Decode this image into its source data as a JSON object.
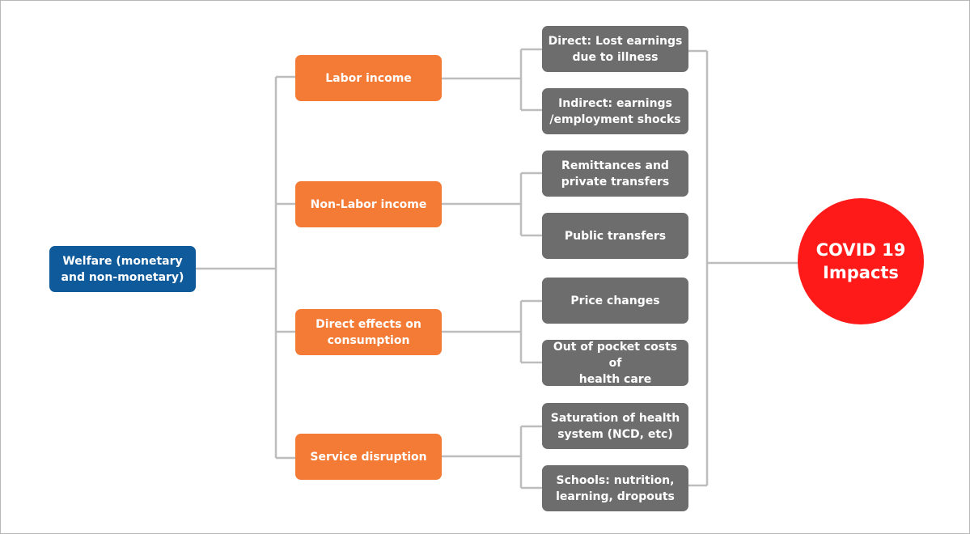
{
  "diagram": {
    "root": {
      "label": "Welfare (monetary\nand non-monetary)"
    },
    "categories": [
      {
        "label": "Labor income",
        "items": [
          {
            "label": "Direct: Lost earnings\ndue to illness"
          },
          {
            "label": "Indirect: earnings\n/employment shocks"
          }
        ]
      },
      {
        "label": "Non-Labor income",
        "items": [
          {
            "label": "Remittances and\nprivate transfers"
          },
          {
            "label": "Public transfers"
          }
        ]
      },
      {
        "label": "Direct effects on\nconsumption",
        "items": [
          {
            "label": "Price changes"
          },
          {
            "label": "Out of pocket costs of\nhealth care"
          }
        ]
      },
      {
        "label": "Service disruption",
        "items": [
          {
            "label": "Saturation of health\nsystem (NCD, etc)"
          },
          {
            "label": "Schools: nutrition,\nlearning, dropouts"
          }
        ]
      }
    ],
    "impact": {
      "label": "COVID 19\nImpacts"
    },
    "colors": {
      "root": "#0f5a9a",
      "category": "#f47b36",
      "item": "#6d6d6d",
      "impact": "#ff1a1a",
      "connector": "#bdbdbd"
    }
  }
}
